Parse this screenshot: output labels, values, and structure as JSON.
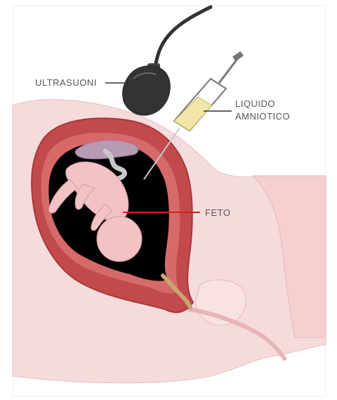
{
  "labels": {
    "ultrasound": "ULTRASUONI",
    "amniotic_fluid_line1": "LIQUIDO",
    "amniotic_fluid_line2": "AMNIOTICO",
    "fetus": "FETO"
  },
  "colors": {
    "body_skin": "#f6dbdc",
    "uterus_wall": "#c34a4b",
    "uterus_inner": "#d66a6a",
    "amniotic_cavity": "#000000",
    "fetus_skin": "#f3c2c4",
    "placenta": "#b89ab4",
    "umbilical_cord": "#c8c8c8",
    "cervical_cord": "#c8a574",
    "probe": "#333333",
    "amniotic_fluid": "#f2e6a6",
    "fetus_pointer": "#cc2222",
    "leader_line": "#333333",
    "label_text": "#555555"
  },
  "icons": {
    "ultrasound_probe": "ultrasound-probe-icon",
    "syringe": "syringe-icon"
  }
}
